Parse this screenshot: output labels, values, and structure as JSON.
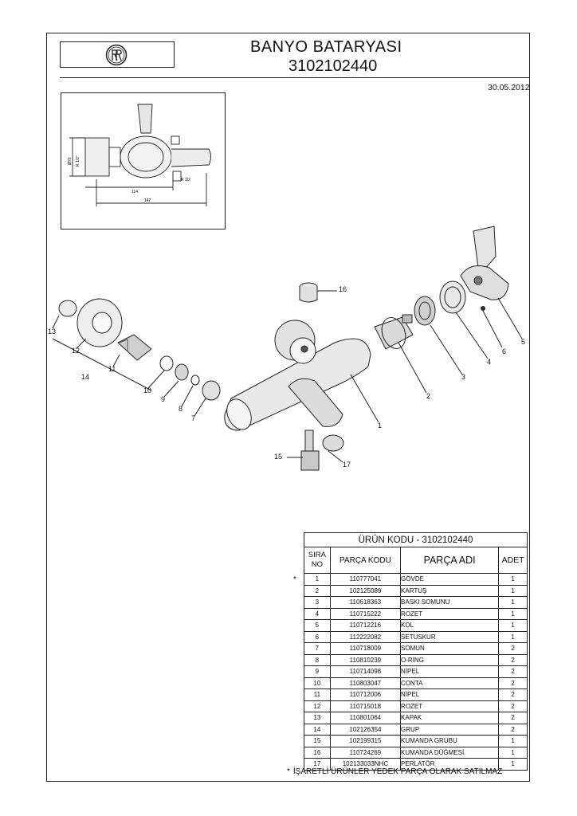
{
  "header": {
    "title": "BANYO BATARYASI",
    "product_code": "3102102440",
    "date": "30.05.2012",
    "logo_icon": "company-logo-circle-icon"
  },
  "detail_drawing": {
    "dimensions": [
      "147",
      "114",
      "R 1/2",
      "R 1/2\"",
      "Ø70"
    ]
  },
  "callouts": [
    "1",
    "2",
    "3",
    "4",
    "5",
    "6",
    "7",
    "8",
    "9",
    "10",
    "11",
    "12",
    "13",
    "14",
    "15",
    "16",
    "17"
  ],
  "parts_table": {
    "title": "ÜRÜN KODU - 3102102440",
    "columns": {
      "sira_line1": "SIRA",
      "sira_line2": "NO",
      "kodu": "PARÇA KODU",
      "adi": "PARÇA ADI",
      "adet": "ADET"
    },
    "rows": [
      {
        "no": "1",
        "code": "110777041",
        "name": "GÖVDE",
        "qty": "1",
        "starred": true
      },
      {
        "no": "2",
        "code": "102125089",
        "name": "KARTUŞ",
        "qty": "1"
      },
      {
        "no": "3",
        "code": "110618363",
        "name": "BASKI SOMUNU",
        "qty": "1"
      },
      {
        "no": "4",
        "code": "110715222",
        "name": "ROZET",
        "qty": "1"
      },
      {
        "no": "5",
        "code": "110712216",
        "name": "KOL",
        "qty": "1"
      },
      {
        "no": "6",
        "code": "112222082",
        "name": "SETUSKUR",
        "qty": "1"
      },
      {
        "no": "7",
        "code": "110718009",
        "name": "SOMUN",
        "qty": "2"
      },
      {
        "no": "8",
        "code": "110810239",
        "name": "O-RİNG",
        "qty": "2"
      },
      {
        "no": "9",
        "code": "110714098",
        "name": "NİPEL",
        "qty": "2"
      },
      {
        "no": "10",
        "code": "110803047",
        "name": "CONTA",
        "qty": "2"
      },
      {
        "no": "11",
        "code": "110712006",
        "name": "NİPEL",
        "qty": "2"
      },
      {
        "no": "12",
        "code": "110715018",
        "name": "ROZET",
        "qty": "2"
      },
      {
        "no": "13",
        "code": "110801064",
        "name": "KAPAK",
        "qty": "2"
      },
      {
        "no": "14",
        "code": "102126354",
        "name": "GRUP",
        "qty": "2"
      },
      {
        "no": "15",
        "code": "102199315",
        "name": "KUMANDA GRUBU",
        "qty": "1"
      },
      {
        "no": "16",
        "code": "110724269",
        "name": "KUMANDA DÜĞMESİ",
        "qty": "1"
      },
      {
        "no": "17",
        "code": "102133033NHC",
        "name": "PERLATÖR",
        "qty": "1"
      }
    ]
  },
  "marker": "*",
  "footnote": "İŞARETLİ ÜRÜNLER YEDEK PARÇA OLARAK SATILMAZ"
}
